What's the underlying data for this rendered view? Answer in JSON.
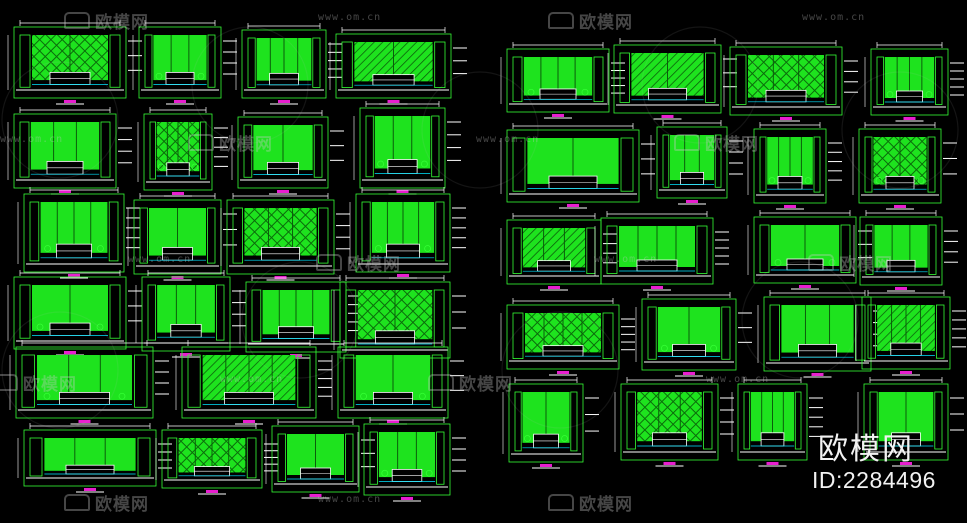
{
  "watermark": {
    "logo_text": "欧模网",
    "url_text": "www.om.cn"
  },
  "brand_mark": {
    "logo_text": "欧模网",
    "id_text": "ID:2284496"
  },
  "colors": {
    "background": "#000000",
    "drawing_fill": "#1ee31e",
    "drawing_line": "#35ff35",
    "annotation_line": "#ffffff",
    "label_marker": "#e81ecf",
    "accent_line": "#00e5ff",
    "watermark": "#c8c8c8"
  },
  "drawing_sheet": {
    "content": "grid of interior wall elevation CAD drawings",
    "left_panel_rows": 6,
    "right_panel_rows": 5
  }
}
